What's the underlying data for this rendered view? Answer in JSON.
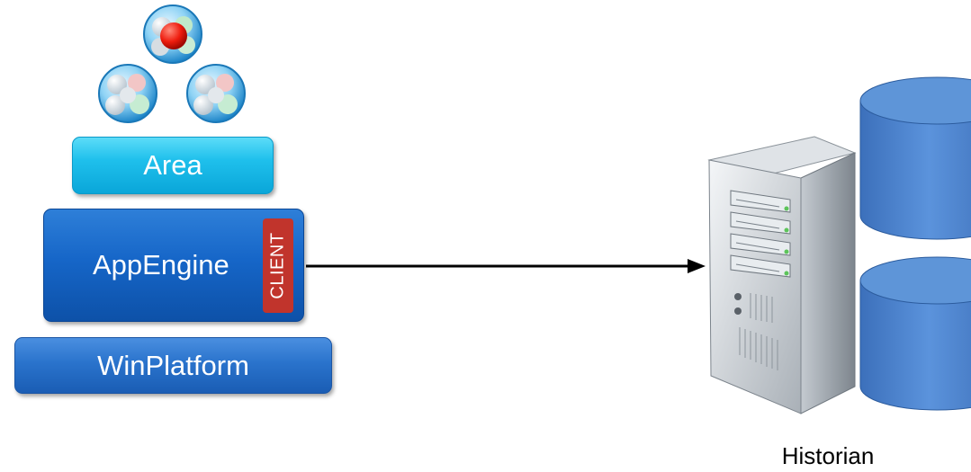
{
  "labels": {
    "area": "Area",
    "appengine": "AppEngine",
    "client": "CLIENT",
    "winplatform": "WinPlatform",
    "historian": "Historian"
  },
  "icons": {
    "objects": [
      "object-sphere-icon",
      "object-sphere-icon",
      "object-sphere-icon"
    ],
    "server": "server-icon",
    "database": "database-icon"
  },
  "colors": {
    "area": "#1fc0ec",
    "appengine": "#1666c8",
    "client_tag": "#c1342c",
    "winplatform": "#2a73cc",
    "database": "#4f86d0",
    "arrow": "#000000"
  }
}
